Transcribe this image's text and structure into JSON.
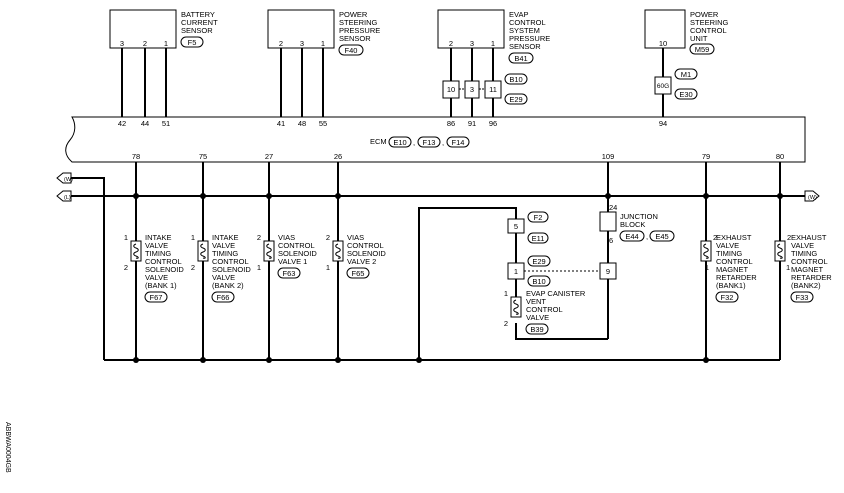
{
  "top_components": [
    {
      "name_lines": [
        "BATTERY",
        "CURRENT",
        "SENSOR"
      ],
      "connector": "F5",
      "pins": [
        "3",
        "2",
        "1"
      ]
    },
    {
      "name_lines": [
        "POWER",
        "STEERING",
        "PRESSURE",
        "SENSOR"
      ],
      "connector": "F40",
      "pins": [
        "2",
        "3",
        "1"
      ]
    },
    {
      "name_lines": [
        "EVAP",
        "CONTROL",
        "SYSTEM",
        "PRESSURE",
        "SENSOR"
      ],
      "connector": "B41",
      "pins": [
        "2",
        "3",
        "1"
      ]
    },
    {
      "name_lines": [
        "POWER",
        "STEERING",
        "CONTROL",
        "UNIT"
      ],
      "connector": "M59",
      "pins": [
        "10"
      ]
    }
  ],
  "inline_connectors": {
    "evap_pins": [
      "10",
      "3",
      "11"
    ],
    "evap_labels": [
      "B10",
      "E29"
    ],
    "psc_pin": "60G",
    "psc_labels": [
      "M1",
      "E30"
    ]
  },
  "ecm": {
    "label": "ECM",
    "connectors": [
      "E10",
      "F13",
      "F14"
    ],
    "top_terminals": [
      "42",
      "44",
      "51",
      "41",
      "48",
      "55",
      "86",
      "91",
      "96",
      "94"
    ],
    "bottom_terminals": [
      "78",
      "75",
      "27",
      "26",
      "109",
      "79",
      "80"
    ]
  },
  "page_refs": [
    "(W)",
    "(L)",
    "(W)"
  ],
  "solenoids": [
    {
      "name_lines": [
        "INTAKE",
        "VALVE",
        "TIMING",
        "CONTROL",
        "SOLENOID",
        "VALVE",
        "(BANK 1)"
      ],
      "connector": "F67",
      "pin_top": "1",
      "pin_bottom": "2"
    },
    {
      "name_lines": [
        "INTAKE",
        "VALVE",
        "TIMING",
        "CONTROL",
        "SOLENOID",
        "VALVE",
        "(BANK 2)"
      ],
      "connector": "F66",
      "pin_top": "1",
      "pin_bottom": "2"
    },
    {
      "name_lines": [
        "VIAS",
        "CONTROL",
        "SOLENOID",
        "VALVE 1"
      ],
      "connector": "F63",
      "pin_top": "2",
      "pin_bottom": "1"
    },
    {
      "name_lines": [
        "VIAS",
        "CONTROL",
        "SOLENOID",
        "VALVE 2"
      ],
      "connector": "F65",
      "pin_top": "2",
      "pin_bottom": "1"
    },
    {
      "name_lines": [
        "EXHAUST",
        "VALVE",
        "TIMING",
        "CONTROL",
        "MAGNET",
        "RETARDER",
        "(BANK1)"
      ],
      "connector": "F32",
      "pin_top": "2",
      "pin_bottom": "1"
    },
    {
      "name_lines": [
        "EXHAUST",
        "VALVE",
        "TIMING",
        "CONTROL",
        "MAGNET",
        "RETARDER",
        "(BANK2)"
      ],
      "connector": "F33",
      "pin_top": "2",
      "pin_bottom": "1"
    }
  ],
  "junction_block": {
    "name_lines": [
      "JUNCTION",
      "BLOCK"
    ],
    "connectors": [
      "E44",
      "E45"
    ],
    "pin_top": "24",
    "pin_bottom": "6",
    "pin_right": "9"
  },
  "evap_middle": {
    "pin5": "5",
    "pin1": "1",
    "labels_top": [
      "F2",
      "E11"
    ],
    "labels_mid": [
      "E29",
      "B10"
    ]
  },
  "evap_canister": {
    "name_lines": [
      "EVAP CANISTER",
      "VENT",
      "CONTROL",
      "VALVE"
    ],
    "connector": "B39",
    "pin_top": "1",
    "pin_bottom": "2"
  },
  "side_code": "ABBWA0004GB"
}
